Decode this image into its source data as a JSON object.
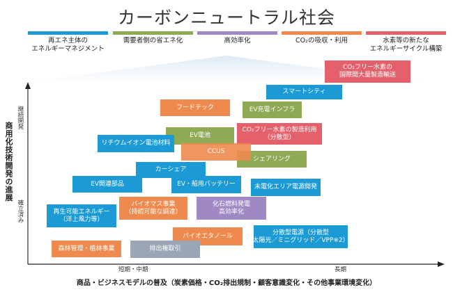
{
  "title": "カーボンニュートラル社会",
  "categories": [
    {
      "label": "再エネ主体の\nエネルギーマネジメント",
      "color": "#1b9ad6"
    },
    {
      "label": "需要者側の省エネ化",
      "color": "#8eaa55"
    },
    {
      "label": "高効率化",
      "color": "#a088c4"
    },
    {
      "label": "CO₂の吸収・利用",
      "color": "#ef8a4e"
    },
    {
      "label": "水素等の新たな\nエネルギーサイクル構築",
      "color": "#e4606a"
    }
  ],
  "axes": {
    "y_label": "商用化技術開発の進展",
    "y_tick_top": "継続開発",
    "y_tick_bottom": "確立済み",
    "x_tick_left": "短期・中期",
    "x_tick_right": "長期",
    "x_label": "商品・ビジネスモデルの普及（炭素価格・CO₂排出規制・顧客意識変化・その他事業環境変化）"
  },
  "technologies": {
    "co2free_intl": "CO₂フリー水素の\n国際間大量製造輸送",
    "smart_city": "スマートシティ",
    "food_tech": "フードテック",
    "ev_infra": "EV充電インフラ",
    "co2free_dist": "CO₂フリー水素の製造利用\n（分散型）",
    "ev_battery": "EV電池",
    "li_battery": "リチウムイオン電池材料",
    "ccus": "CCUS",
    "sharing": "シェアリング",
    "car_share": "カーシェア",
    "ev_parts": "EV関連部品",
    "ev_ship_battery": "EV・船用バッテリー",
    "unelectrified": "未電化エリア電源開発",
    "renewable": "再生可能エネルギー\n（洋上風力等）",
    "biomass": "バイオマス事業\n（持続可能な調達）",
    "fossil": "化石燃料発電\n高効率化",
    "bioethanol": "バイオエタノール",
    "distributed": "分散型電源（分散型\n太陽光／ミニグリッド／VPP※2）",
    "forest": "森林管理・植林事業",
    "emission_trading": "排出権取引"
  }
}
